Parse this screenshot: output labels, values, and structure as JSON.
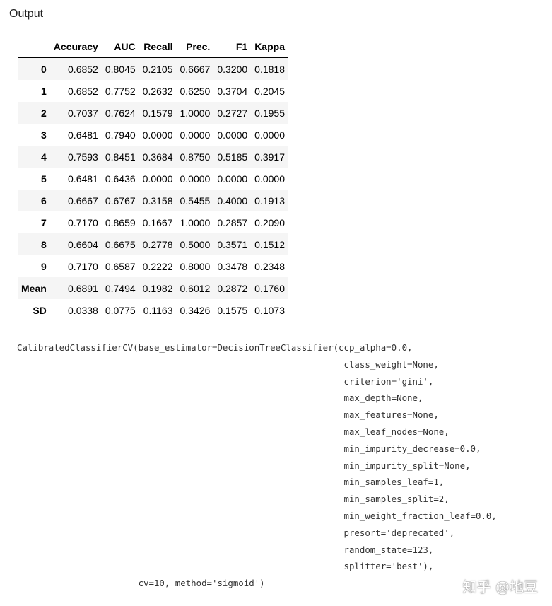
{
  "output_label": "Output",
  "table": {
    "columns": [
      "",
      "Accuracy",
      "AUC",
      "Recall",
      "Prec.",
      "F1",
      "Kappa"
    ],
    "rows": [
      [
        "0",
        "0.6852",
        "0.8045",
        "0.2105",
        "0.6667",
        "0.3200",
        "0.1818"
      ],
      [
        "1",
        "0.6852",
        "0.7752",
        "0.2632",
        "0.6250",
        "0.3704",
        "0.2045"
      ],
      [
        "2",
        "0.7037",
        "0.7624",
        "0.1579",
        "1.0000",
        "0.2727",
        "0.1955"
      ],
      [
        "3",
        "0.6481",
        "0.7940",
        "0.0000",
        "0.0000",
        "0.0000",
        "0.0000"
      ],
      [
        "4",
        "0.7593",
        "0.8451",
        "0.3684",
        "0.8750",
        "0.5185",
        "0.3917"
      ],
      [
        "5",
        "0.6481",
        "0.6436",
        "0.0000",
        "0.0000",
        "0.0000",
        "0.0000"
      ],
      [
        "6",
        "0.6667",
        "0.6767",
        "0.3158",
        "0.5455",
        "0.4000",
        "0.1913"
      ],
      [
        "7",
        "0.7170",
        "0.8659",
        "0.1667",
        "1.0000",
        "0.2857",
        "0.2090"
      ],
      [
        "8",
        "0.6604",
        "0.6675",
        "0.2778",
        "0.5000",
        "0.3571",
        "0.1512"
      ],
      [
        "9",
        "0.7170",
        "0.6587",
        "0.2222",
        "0.8000",
        "0.3478",
        "0.2348"
      ],
      [
        "Mean",
        "0.6891",
        "0.7494",
        "0.1982",
        "0.6012",
        "0.2872",
        "0.1760"
      ],
      [
        "SD",
        "0.0338",
        "0.0775",
        "0.1163",
        "0.3426",
        "0.1575",
        "0.1073"
      ]
    ]
  },
  "code_lines": [
    "CalibratedClassifierCV(base_estimator=DecisionTreeClassifier(ccp_alpha=0.0,",
    "                                                              class_weight=None,",
    "                                                              criterion='gini',",
    "                                                              max_depth=None,",
    "                                                              max_features=None,",
    "                                                              max_leaf_nodes=None,",
    "                                                              min_impurity_decrease=0.0,",
    "                                                              min_impurity_split=None,",
    "                                                              min_samples_leaf=1,",
    "                                                              min_samples_split=2,",
    "                                                              min_weight_fraction_leaf=0.0,",
    "                                                              presort='deprecated',",
    "                                                              random_state=123,",
    "                                                              splitter='best'),",
    "                       cv=10, method='sigmoid')"
  ],
  "watermark": "知乎 @地豆"
}
